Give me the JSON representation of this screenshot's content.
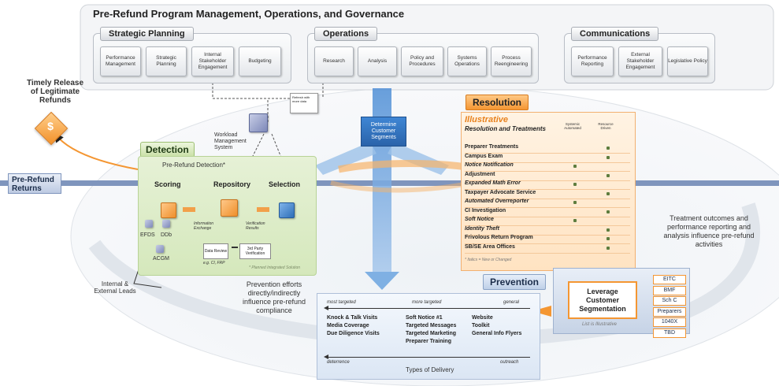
{
  "main_header": "Pre-Refund Program Management, Operations, and Governance",
  "strategic": {
    "title": "Strategic Planning",
    "items": [
      "Performance Management",
      "Strategic Planning",
      "Internal Stakeholder Engagement",
      "Budgeting"
    ]
  },
  "operations": {
    "title": "Operations",
    "items": [
      "Research",
      "Analysis",
      "Policy and Procedures",
      "Systems Operations",
      "Process Reengineering"
    ]
  },
  "communications": {
    "title": "Communications",
    "items": [
      "Performance Reporting",
      "External Stakeholder Engagement",
      "Legislative Policy"
    ]
  },
  "timely_release": "Timely Release of Legitimate Refunds",
  "dollar": "$",
  "pre_refund_returns": "Pre-Refund Returns",
  "determine_segments": "Determine Customer Segments",
  "workload": "Workload Management System",
  "small_note": "Refresh with more data",
  "detection": {
    "tag": "Detection",
    "subtitle": "Pre-Refund Detection*",
    "scoring": "Scoring",
    "repository": "Repository",
    "selection": "Selection",
    "efds": "EFDS",
    "ddb": "DDb",
    "acgm": "ACGM",
    "info_exchange": "Information Exchange",
    "verification_results": "Verification Results",
    "data_review": "Data Review",
    "third_party": "3rd Party Verification",
    "eg": "e.g. CI, FRP",
    "planned": "* Planned Integrated Solution"
  },
  "internal_leads": "Internal & External Leads",
  "prevention_efforts": "Prevention efforts directly/indirectly influence pre-refund compliance",
  "resolution": {
    "tag": "Resolution",
    "illustrative": "Illustrative",
    "subtitle": "Resolution and Treatments",
    "col1": "Systemic Automated",
    "col2": "Resource Driven",
    "rows": [
      {
        "label": "Preparer Treatments",
        "italic": false,
        "auto": false,
        "res": true
      },
      {
        "label": "Campus Exam",
        "italic": false,
        "auto": false,
        "res": true
      },
      {
        "label": "Notice Notification",
        "italic": true,
        "auto": true,
        "res": false
      },
      {
        "label": "Adjustment",
        "italic": false,
        "auto": false,
        "res": true
      },
      {
        "label": "Expanded Math Error",
        "italic": true,
        "auto": true,
        "res": false
      },
      {
        "label": "Taxpayer Advocate Service",
        "italic": false,
        "auto": false,
        "res": true
      },
      {
        "label": "Automated Overreporter",
        "italic": true,
        "auto": true,
        "res": false
      },
      {
        "label": "CI Investigation",
        "italic": false,
        "auto": false,
        "res": true
      },
      {
        "label": "Soft Notice",
        "italic": true,
        "auto": true,
        "res": false
      },
      {
        "label": "Identity Theft",
        "italic": true,
        "auto": false,
        "res": true
      },
      {
        "label": "Frivolous Return Program",
        "italic": false,
        "auto": false,
        "res": true
      },
      {
        "label": "SB/SE Area Offices",
        "italic": false,
        "auto": false,
        "res": true
      }
    ],
    "footnote": "* Italics = New or Changed"
  },
  "treatment_outcomes": "Treatment outcomes and performance reporting and analysis influence pre-refund activities",
  "prevention": {
    "tag": "Prevention",
    "most_targeted": "most targeted",
    "more_targeted": "more targeted",
    "general": "general",
    "col1": [
      "Knock & Talk Visits",
      "Media Coverage",
      "Due Diligence Visits"
    ],
    "col2": [
      "Soft Notice #1",
      "Targeted Messages",
      "Targeted Marketing",
      "Preparer Training"
    ],
    "col3": [
      "Website",
      "Toolkit",
      "General Info Flyers"
    ],
    "deterrence": "deterrence",
    "outreach": "outreach",
    "types": "Types of Delivery"
  },
  "leverage": "Leverage Customer Segmentation",
  "list_illustrative": "List is Illustrative",
  "segments": [
    "EITC",
    "BMF",
    "Sch C",
    "Preparers",
    "1040X",
    "TBD"
  ],
  "colors": {
    "orange": "#f49632",
    "green": "#8fbf5a",
    "blue": "#3b6fb6",
    "navy": "#2b3f66"
  }
}
